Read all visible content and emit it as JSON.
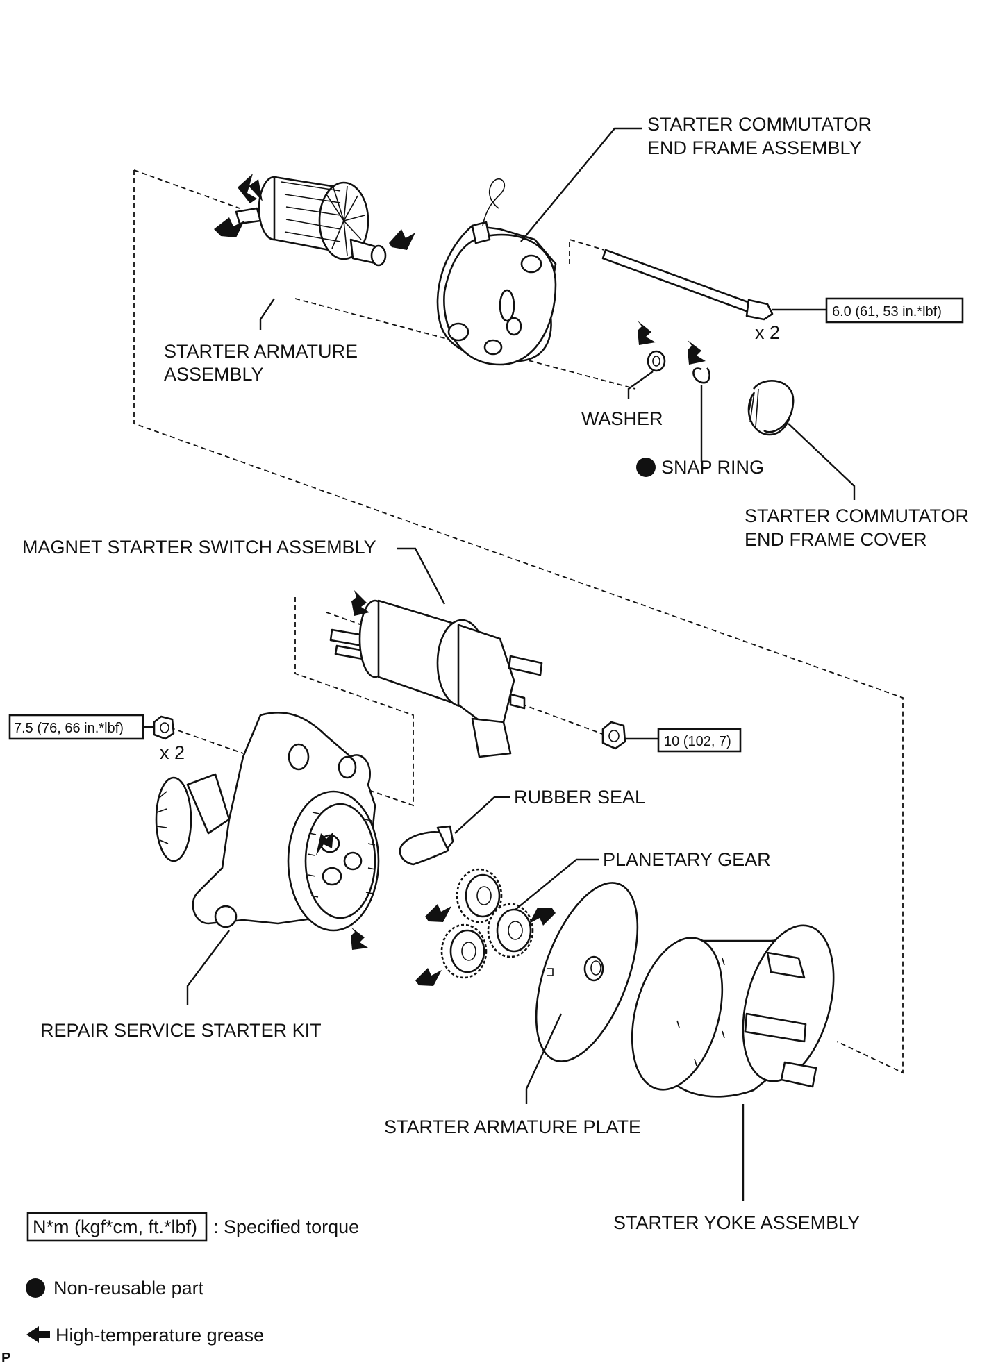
{
  "labels": {
    "commutator_end_frame": [
      "STARTER COMMUTATOR",
      "END FRAME ASSEMBLY"
    ],
    "armature": [
      "STARTER ARMATURE",
      "ASSEMBLY"
    ],
    "washer": "WASHER",
    "snap_ring": "SNAP RING",
    "end_frame_cover": [
      "STARTER COMMUTATOR",
      "END FRAME COVER"
    ],
    "magnet_switch": "MAGNET STARTER SWITCH ASSEMBLY",
    "rubber_seal": "RUBBER SEAL",
    "planetary_gear": "PLANETARY GEAR",
    "repair_kit": "REPAIR SERVICE STARTER KIT",
    "armature_plate": "STARTER ARMATURE PLATE",
    "yoke": "STARTER YOKE ASSEMBLY"
  },
  "torques": {
    "through_bolt": "6.0 (61, 53 in.*lbf)",
    "through_bolt_qty": "x 2",
    "kit_nut": "7.5 (76, 66 in.*lbf)",
    "kit_nut_qty": "x 2",
    "switch_nut": "10 (102, 7)"
  },
  "legend": {
    "torque_unit": "N*m (kgf*cm, ft.*lbf)",
    "torque_text": ": Specified torque",
    "non_reusable": "Non-reusable part",
    "grease": "High-temperature grease"
  },
  "footer_code": "P"
}
